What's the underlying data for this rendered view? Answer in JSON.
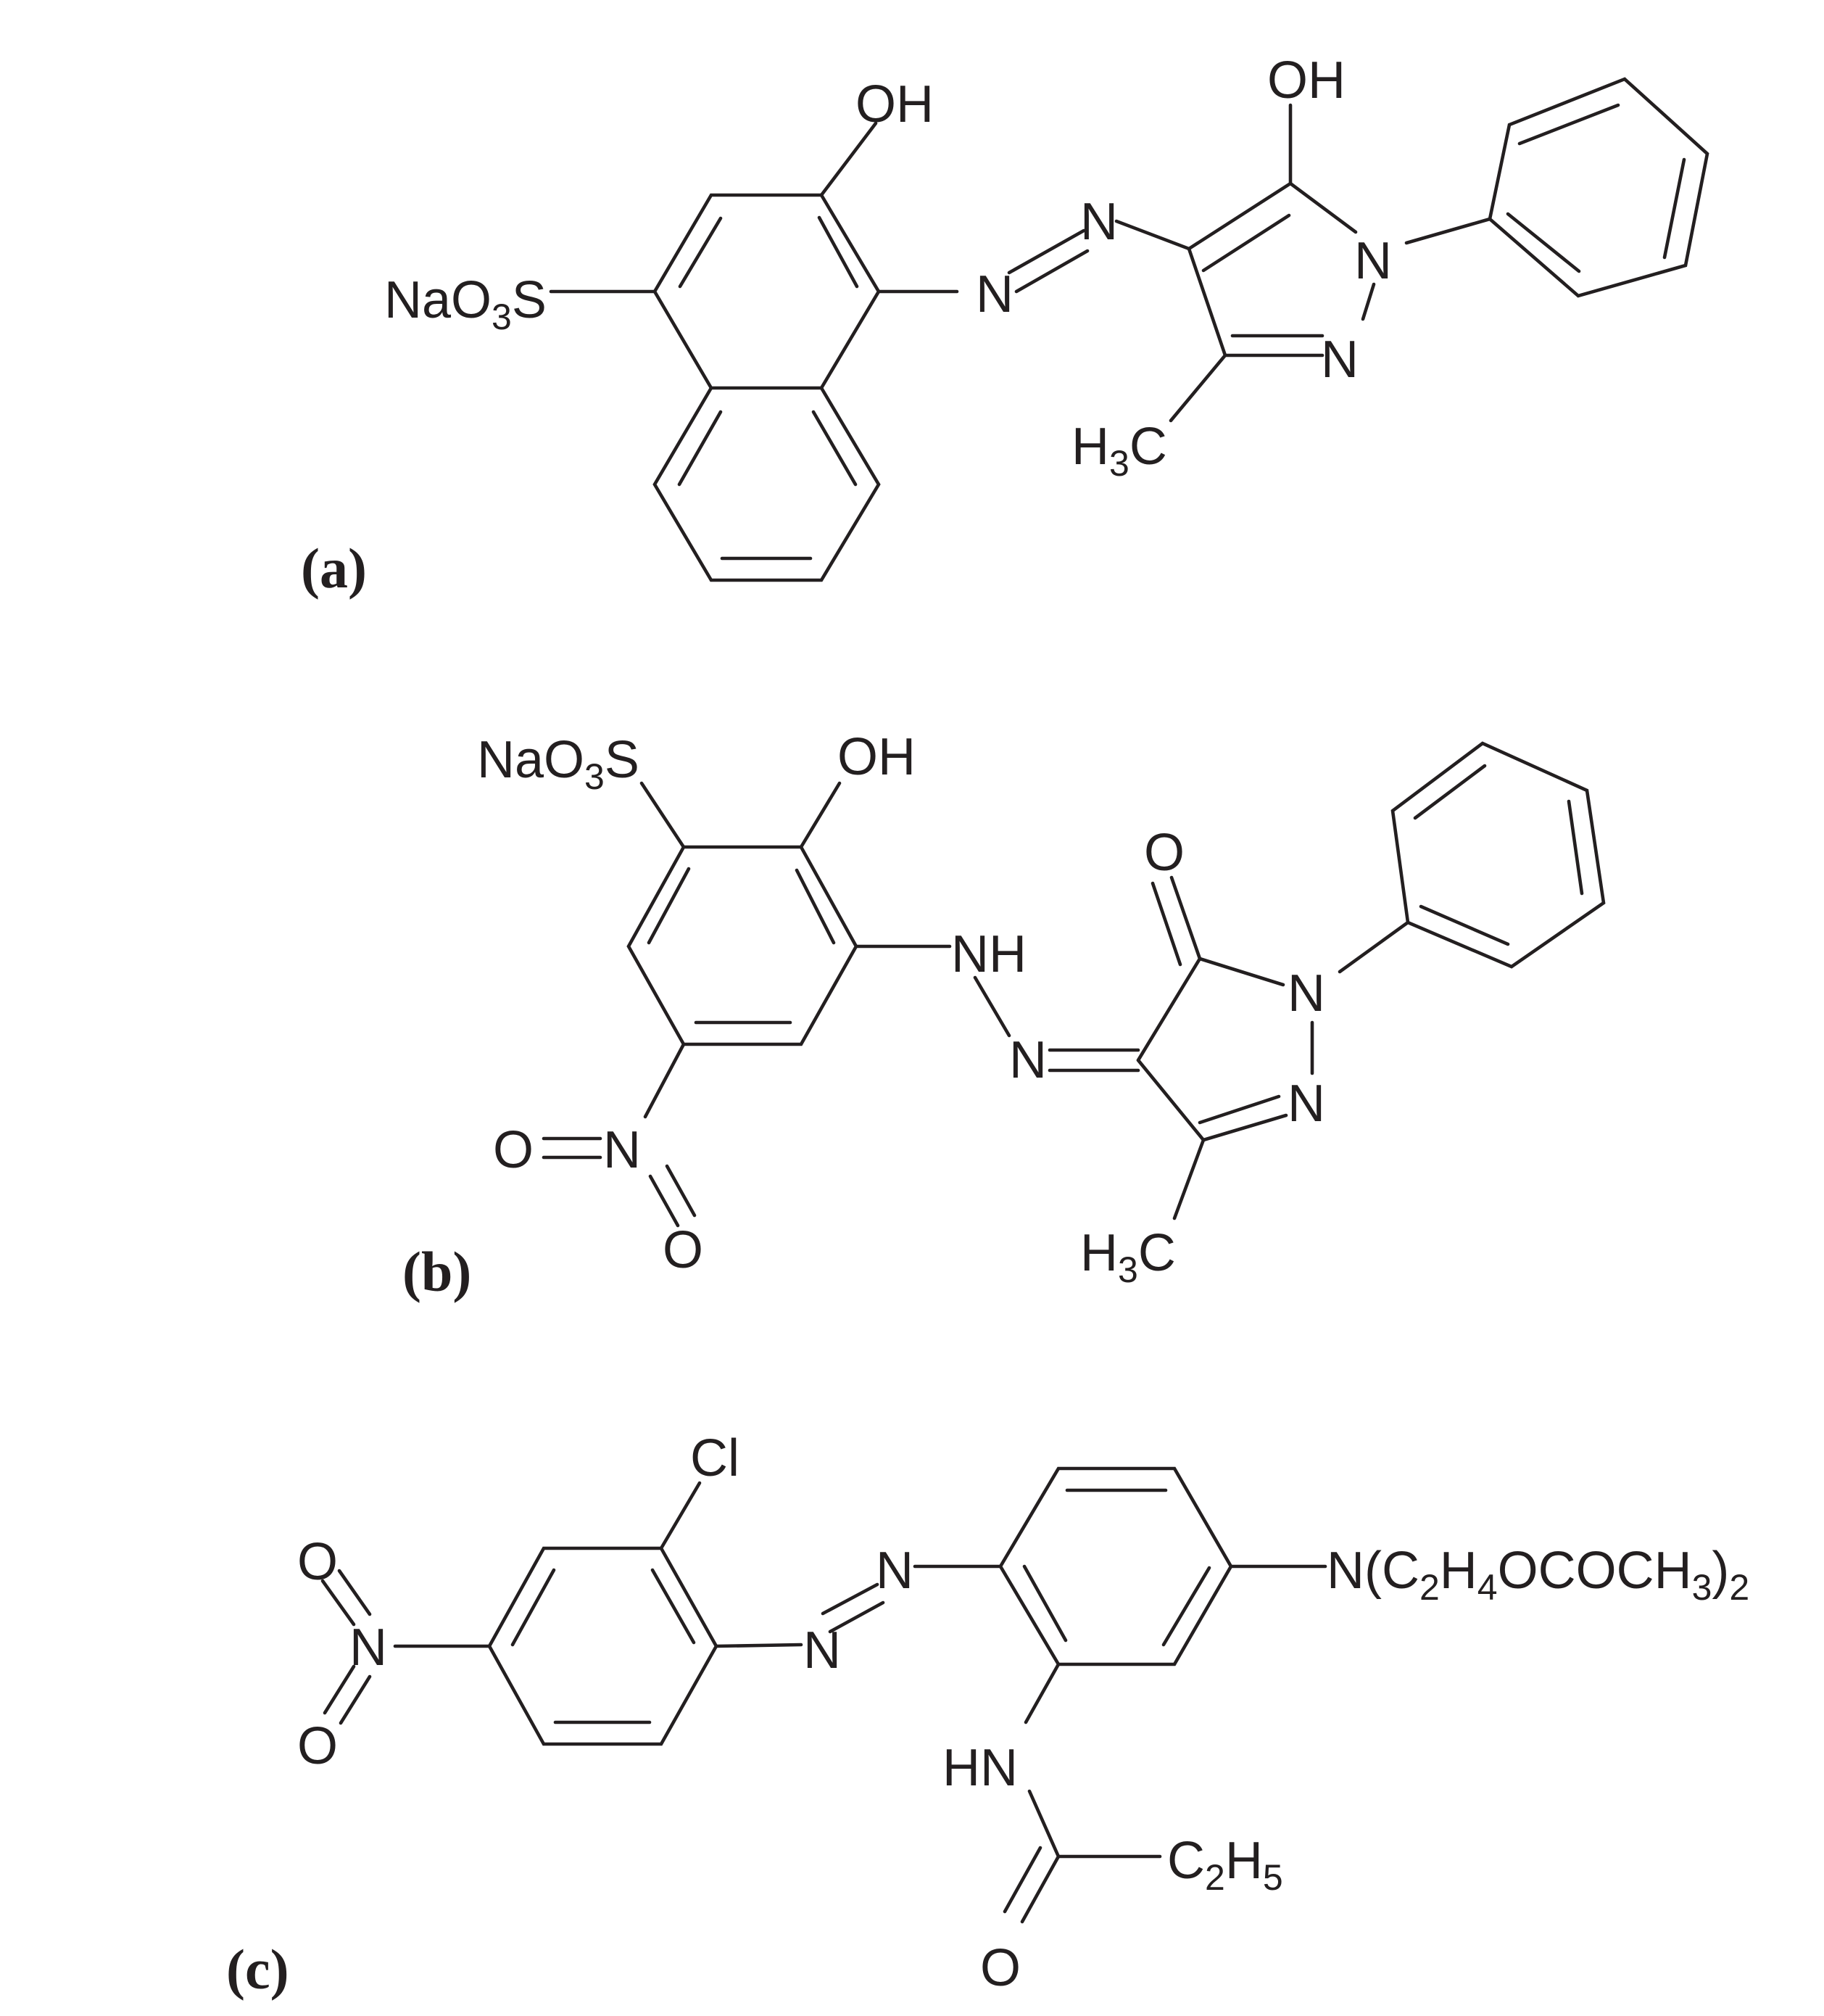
{
  "structures": [
    {
      "panel_label": "(a)",
      "atoms": {
        "sulfonate": "NaO3S",
        "naphthol_oh": "OH",
        "azo_n1": "N",
        "azo_n2": "N",
        "pyrazole_oh": "OH",
        "pyrazole_n1": "N",
        "pyrazole_n2": "N",
        "methyl": "H3C"
      }
    },
    {
      "panel_label": "(b)",
      "atoms": {
        "sulfonate": "NaO3S",
        "phenol_oh": "OH",
        "hydrazone_nh": "NH",
        "hydrazone_n": "N",
        "keto_o": "O",
        "pyrazolone_n1": "N",
        "pyrazolone_n2": "N",
        "methyl": "H3C",
        "nitro_o1": "O",
        "nitro_n": "N",
        "nitro_o2": "O"
      }
    },
    {
      "panel_label": "(c)",
      "atoms": {
        "chloro": "Cl",
        "nitro_o1": "O",
        "nitro_n": "N",
        "nitro_o2": "O",
        "azo_n1": "N",
        "azo_n2": "N",
        "amine": "N(C2H4OCOCH3)2",
        "amide_nh": "HN",
        "ethyl": "C2H5",
        "amide_o": "O"
      }
    }
  ]
}
